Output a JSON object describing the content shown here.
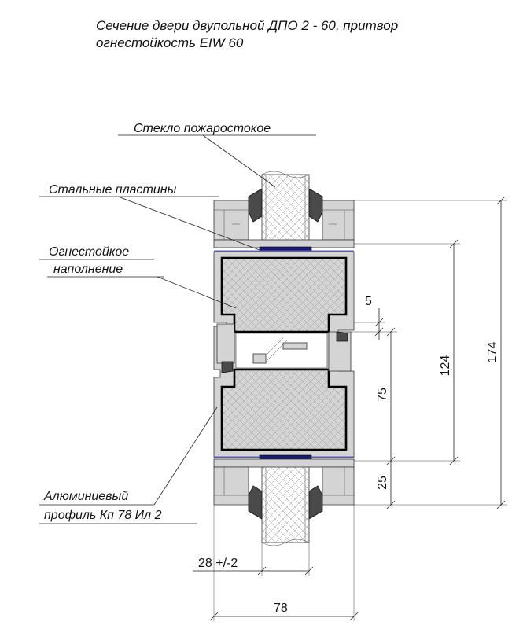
{
  "title": {
    "line1": "Сечение двери двупольной ДПО 2 - 60, притвор",
    "line2": "огнестойкость EIW 60"
  },
  "callouts": {
    "glass": "Стекло пожаростокое",
    "steel_plates": "Стальные пластины",
    "filling_line1": "Огнестойкое",
    "filling_line2": "наполнение",
    "profile_line1": "Алюминиевый",
    "profile_line2": "профиль Кп 78 Ил 2"
  },
  "dimensions": {
    "gap": "5",
    "inner_height": "124",
    "total_height": "174",
    "rebate_height": "75",
    "bottom_offset": "25",
    "glass_thickness": "28 +/-2",
    "profile_width": "78"
  }
}
